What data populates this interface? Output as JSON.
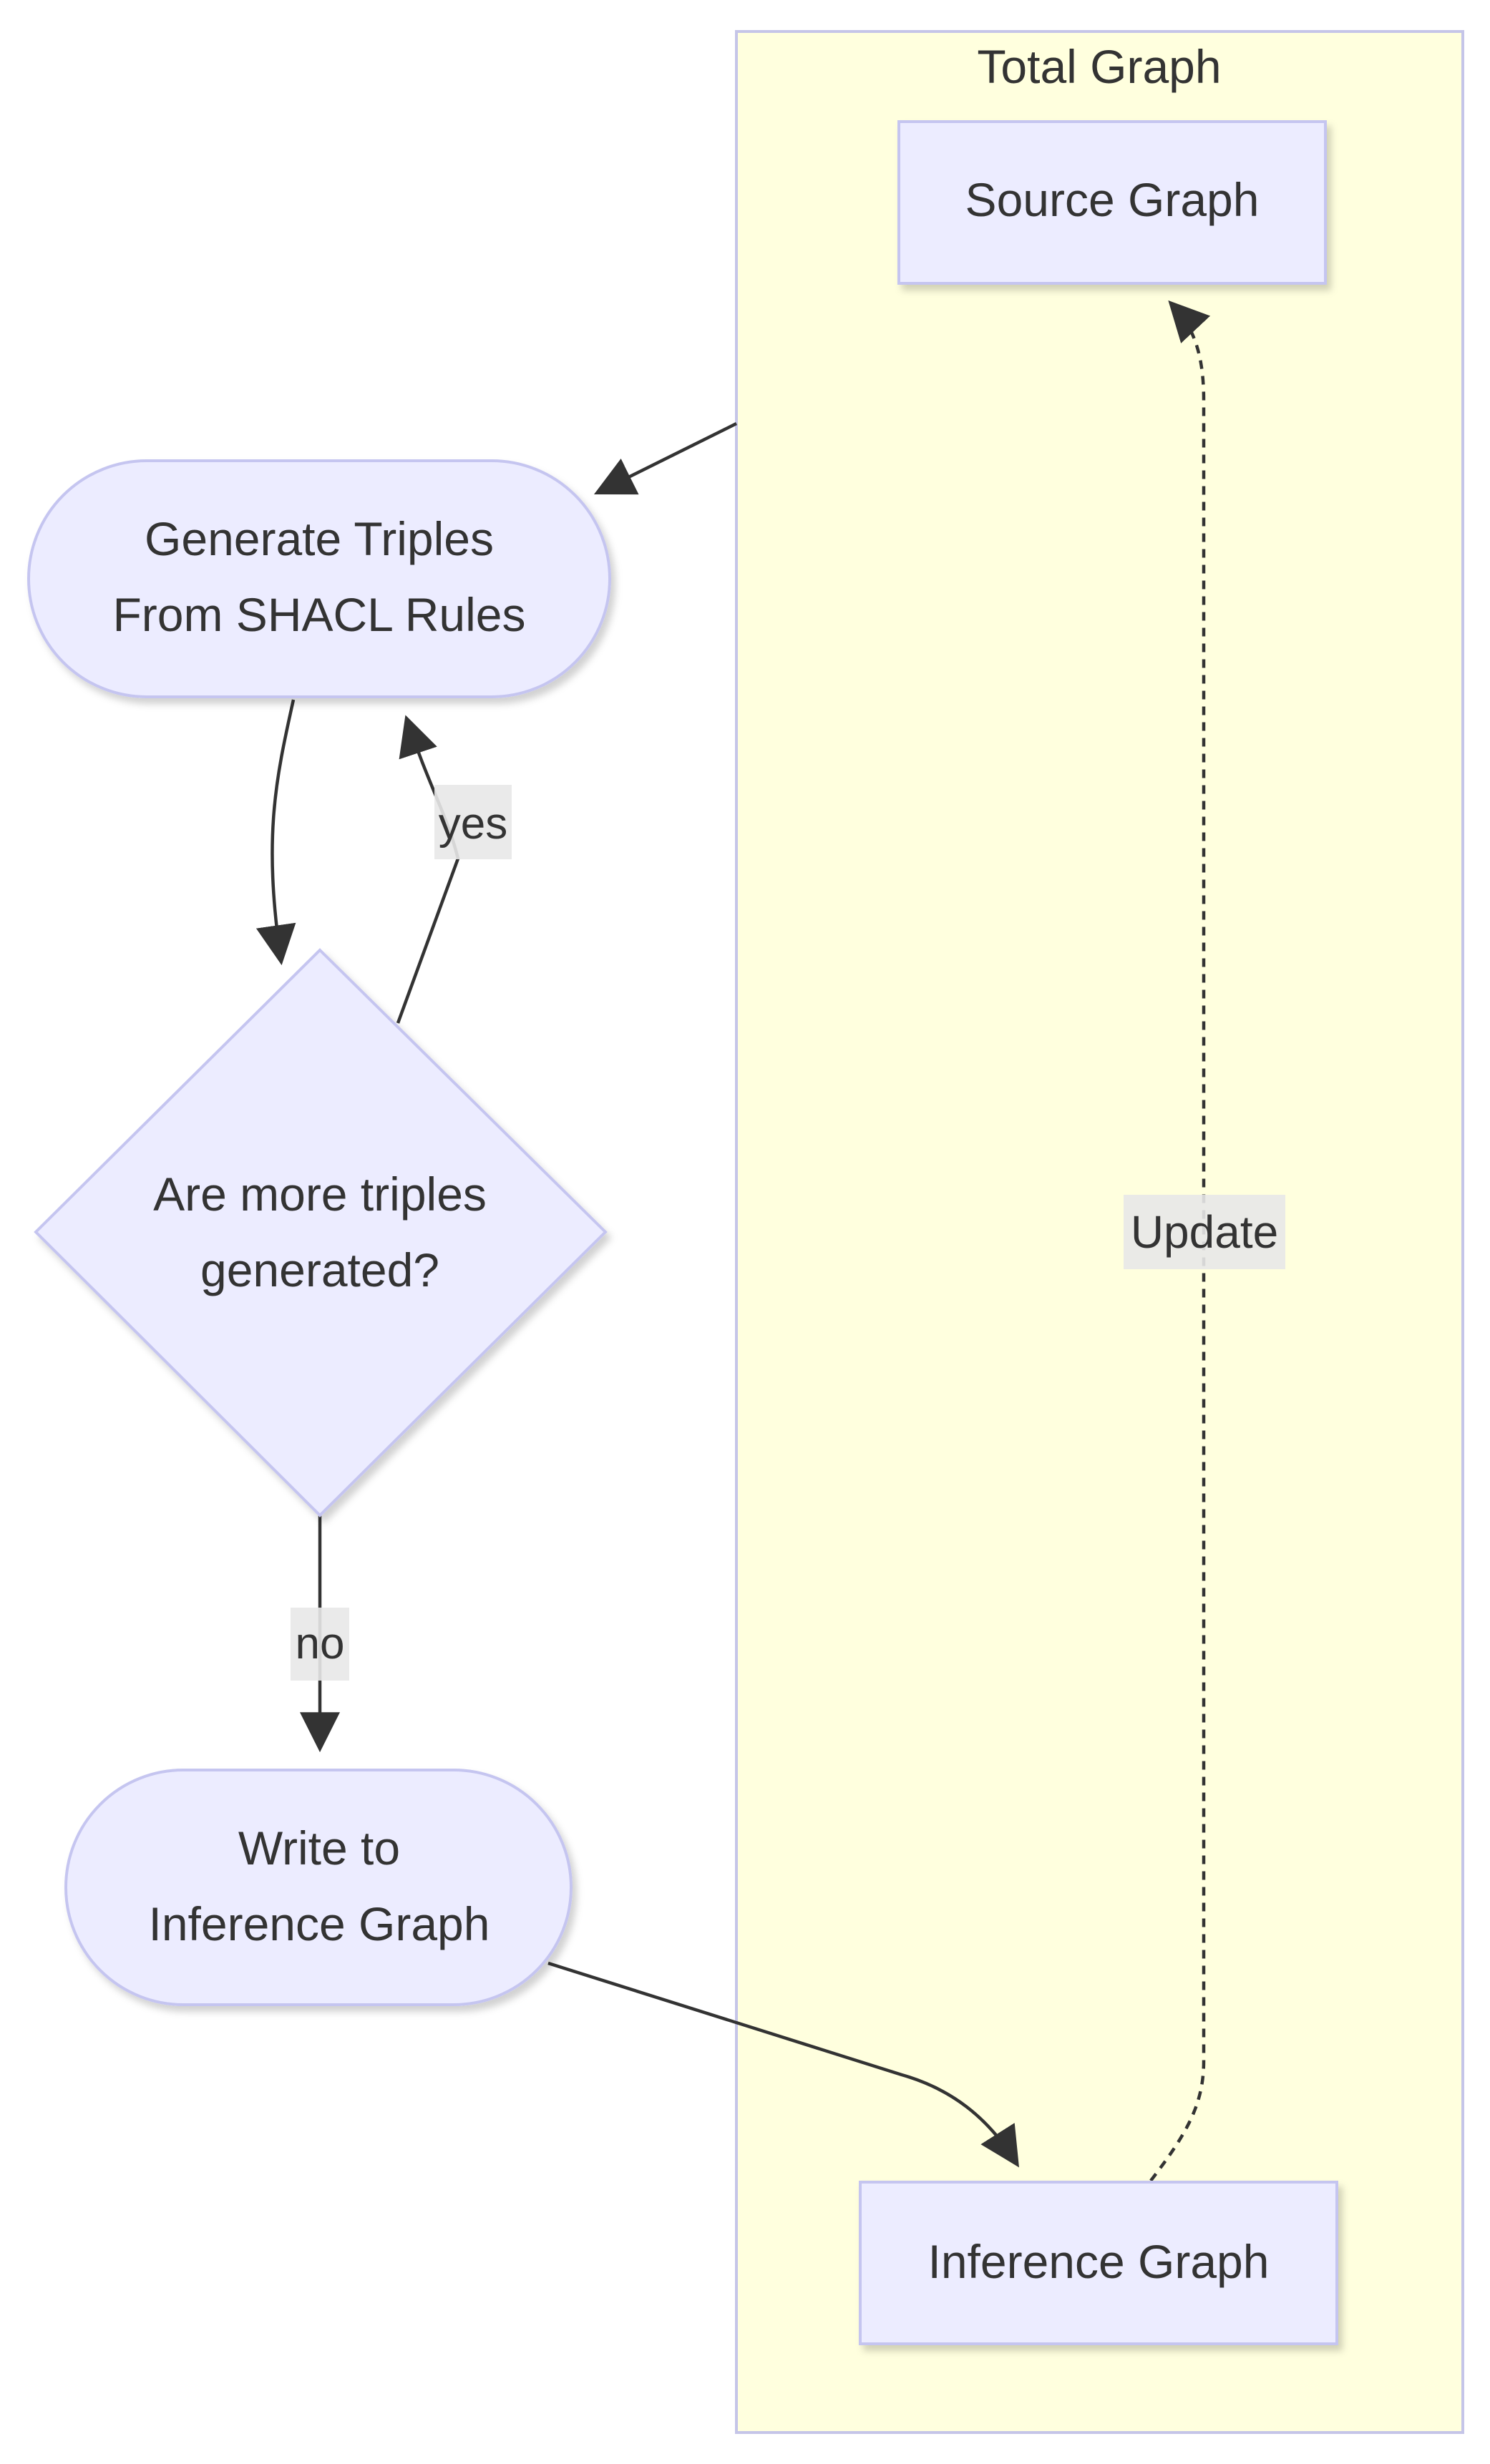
{
  "cluster": {
    "title": "Total Graph"
  },
  "nodes": {
    "source_graph": "Source Graph",
    "generate_line1": "Generate Triples",
    "generate_line2": "From SHACL Rules",
    "decision_line1": "Are more triples",
    "decision_line2": "generated?",
    "write_line1": "Write to",
    "write_line2": "Inference Graph",
    "inference_graph": "Inference Graph"
  },
  "edge_labels": {
    "yes": "yes",
    "no": "no",
    "update": "Update"
  },
  "colors": {
    "node_fill": "#ECECFF",
    "node_stroke": "#9370DB",
    "cluster_fill": "#FFFFDE",
    "cluster_stroke": "#AAAA33",
    "edge": "#333333",
    "edge_label_bg": "#E8E8E8"
  }
}
